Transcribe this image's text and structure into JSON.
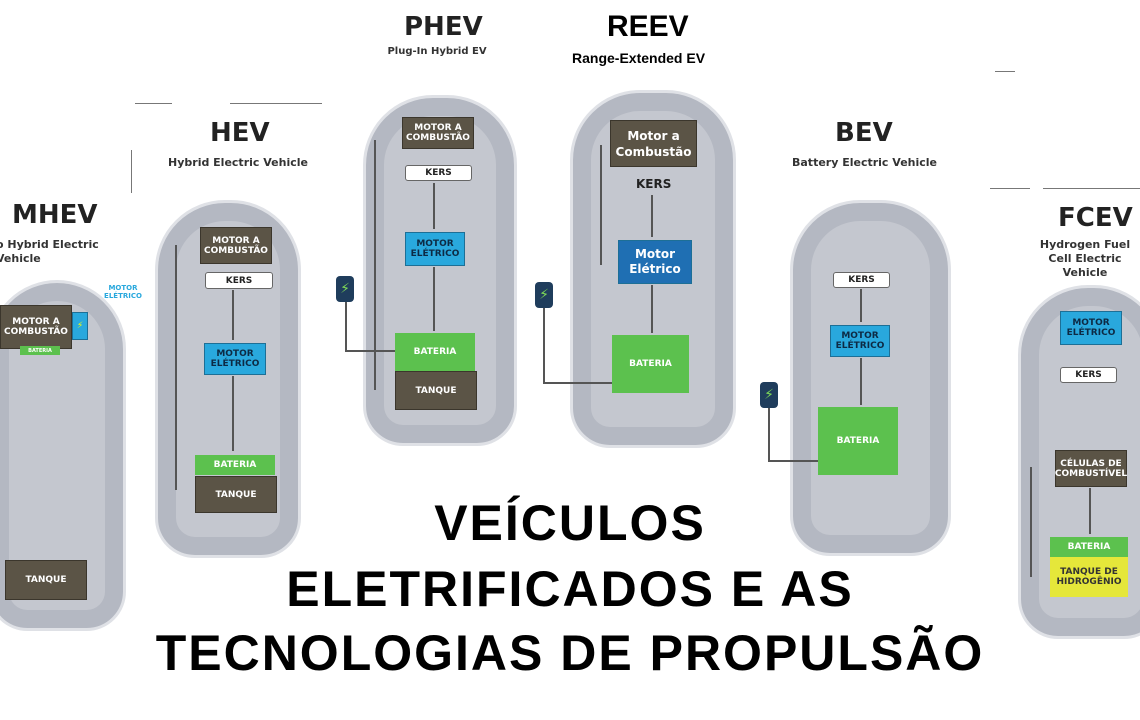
{
  "vehicles": {
    "mhev": {
      "title": "MHEV",
      "subtitle": "o Hybrid Electric Vehicle",
      "motor_combustao": "MOTOR A COMBUSTÃO",
      "motor_eletrico": "MOTOR ELÉTRICO",
      "bateria": "BATERIA",
      "tanque": "TANQUE"
    },
    "hev": {
      "title": "HEV",
      "subtitle": "Hybrid Electric Vehicle",
      "motor_combustao": "MOTOR A COMBUSTÃO",
      "kers": "KERS",
      "motor_eletrico": "MOTOR ELÉTRICO",
      "bateria": "BATERIA",
      "tanque": "TANQUE"
    },
    "phev": {
      "title": "PHEV",
      "subtitle": "Plug-In Hybrid EV",
      "motor_combustao": "MOTOR A COMBUSTÃO",
      "kers": "KERS",
      "motor_eletrico": "MOTOR ELÉTRICO",
      "bateria": "BATERIA",
      "tanque": "TANQUE"
    },
    "reev": {
      "title": "REEV",
      "subtitle": "Range-Extended EV",
      "motor_combustao": "Motor a Combustão",
      "kers": "KERS",
      "motor_eletrico": "Motor Elétrico",
      "bateria": "BATERIA"
    },
    "bev": {
      "title": "BEV",
      "subtitle": "Battery Electric Vehicle",
      "kers": "KERS",
      "motor_eletrico": "MOTOR ELÉTRICO",
      "bateria": "BATERIA"
    },
    "fcev": {
      "title": "FCEV",
      "subtitle": "Hydrogen Fuel Cell Electric Vehicle",
      "motor_eletrico": "MOTOR ELÉTRICO",
      "kers": "KERS",
      "celulas": "CÉLULAS DE COMBUSTÍVEL",
      "bateria": "BATERIA",
      "tanque": "TANQUE DE HIDROGÊNIO"
    }
  },
  "headline": {
    "line1": "VEÍCULOS",
    "line2": "ELETRIFICADOS E AS",
    "line3": "TECNOLOGIAS DE PROPULSÃO"
  },
  "colors": {
    "brown": "#5b5446",
    "blue": "#29a8dd",
    "green": "#5cc14e",
    "yellow": "#e5e73a"
  }
}
